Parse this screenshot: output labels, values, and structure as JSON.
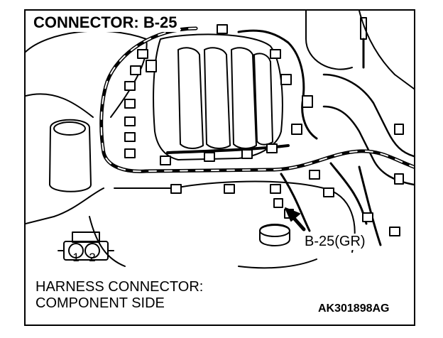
{
  "diagram": {
    "title": "CONNECTOR: B-25",
    "callout_label": "B-25(GR)",
    "harness_caption_line1": "HARNESS CONNECTOR:",
    "harness_caption_line2": "COMPONENT SIDE",
    "pin_labels": [
      "1",
      "2"
    ],
    "figure_code": "AK301898AG"
  }
}
